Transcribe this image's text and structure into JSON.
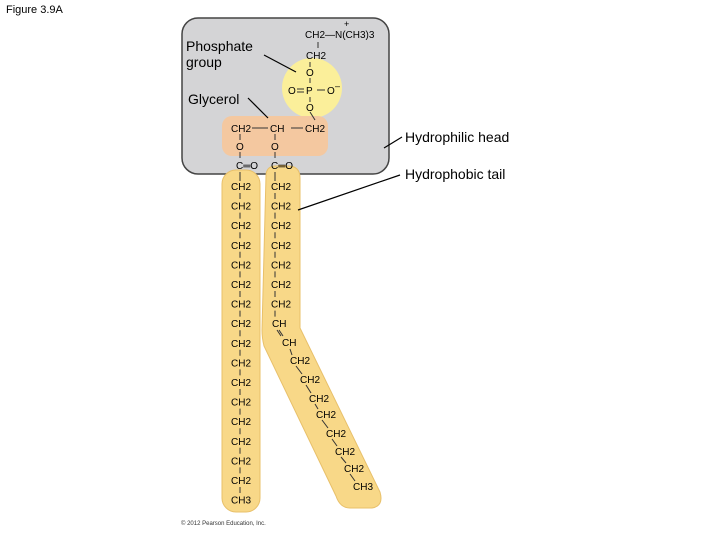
{
  "figure_title": "Figure 3.9A",
  "labels": {
    "phosphate_group": "Phosphate group",
    "glycerol": "Glycerol",
    "hydrophilic_head": "Hydrophilic head",
    "hydrophobic_tail": "Hydrophobic tail"
  },
  "molecule": {
    "choline": "CH2—N(CH3)3",
    "choline_charge": "+",
    "ch2": "CH2",
    "ch": "CH",
    "ch3": "CH3",
    "o": "O",
    "p": "P",
    "o_minus": "O",
    "minus": "–",
    "carbonyl": "C═O"
  },
  "copyright": "© 2012 Pearson Education, Inc.",
  "colors": {
    "head_bg": "#d4d4d6",
    "phosphate": "#fbef9a",
    "glycerol": "#f4c8a0",
    "tail": "#f8d888"
  }
}
